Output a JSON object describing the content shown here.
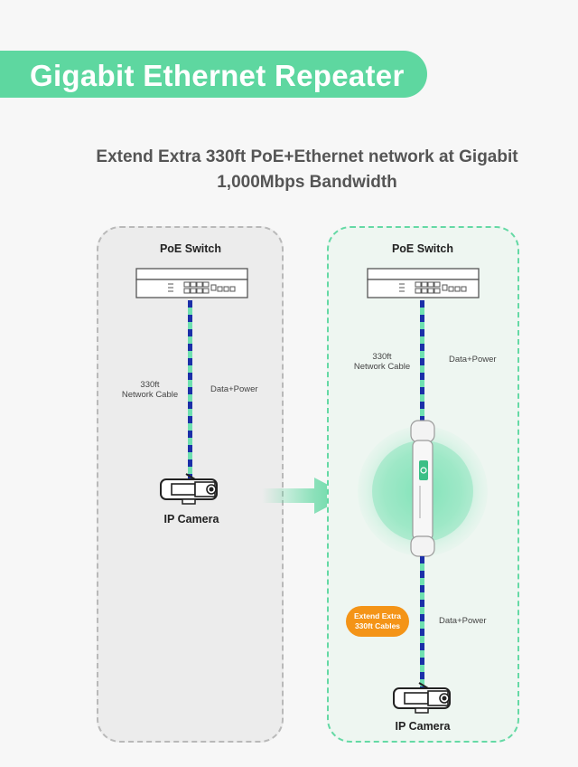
{
  "header": {
    "title": "Gigabit Ethernet Repeater",
    "subtitle_line1": "Extend Extra 330ft PoE+Ethernet network at Gigabit",
    "subtitle_line2": "1,000Mbps Bandwidth"
  },
  "left_panel": {
    "switch_label": "PoE Switch",
    "cable_label_line1": "330ft",
    "cable_label_line2": "Network Cable",
    "data_power_label": "Data+Power",
    "camera_label": "IP Camera"
  },
  "right_panel": {
    "switch_label": "PoE Switch",
    "cable_label_line1": "330ft",
    "cable_label_line2": "Network Cable",
    "data_power_label_top": "Data+Power",
    "data_power_label_bottom": "Data+Power",
    "badge_line1": "Extend Extra",
    "badge_line2": "330ft Cables",
    "camera_label": "IP Camera"
  },
  "colors": {
    "banner": "#5ed7a0",
    "accent_green": "#5ed7a0",
    "cable_blue": "#1b2fa8",
    "cable_green": "#6fe0b0",
    "badge_orange": "#f49417"
  },
  "icons": [
    "poe-switch-icon",
    "ip-camera-icon",
    "repeater-icon",
    "arrow-right-icon"
  ]
}
